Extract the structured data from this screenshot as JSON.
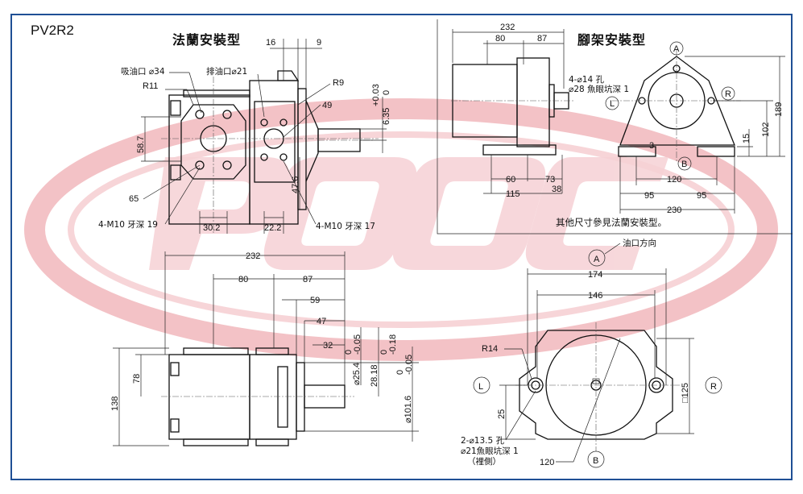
{
  "model": "PV2R2",
  "views": {
    "flange_title": "法蘭安裝型",
    "foot_title": "腳架安裝型",
    "foot_note": "其他尺寸參見法蘭安裝型。"
  },
  "flange_labels": {
    "suction_port": "吸油口 ⌀34",
    "discharge_port": "排油口⌀21",
    "r11": "R11",
    "r9": "R9",
    "tap_left": "4-M10 牙深 19",
    "tap_right": "4-M10 牙深 17",
    "d16": "16",
    "d9": "9",
    "d49": "49",
    "d58_7": "58.7",
    "d65": "65",
    "d30_2": "30.2",
    "d22_2": "22.2",
    "d47_6": "47.6",
    "d6_35": "6.35",
    "tol_plus": "+0.03",
    "tol_zero": "0"
  },
  "foot_labels": {
    "d232": "232",
    "d80": "80",
    "d87": "87",
    "hole_spec": "4-⌀14 孔",
    "counterbore": "⌀28 魚眼坑深 1",
    "d60": "60",
    "d73": "73",
    "d115": "115",
    "d38": "38",
    "d120": "120",
    "d95a": "95",
    "d95b": "95",
    "d230": "230",
    "d189": "189",
    "d102": "102",
    "d15": "15",
    "d3": "3",
    "markA": "A",
    "markB": "B",
    "markL": "L",
    "markR": "R"
  },
  "side_labels": {
    "d232": "232",
    "d80": "80",
    "d87": "87",
    "d59": "59",
    "d47": "47",
    "d32": "32",
    "d78": "78",
    "d138": "138",
    "shaft_dia": "⌀25.4",
    "shaft_tol": "0\n-0.05",
    "key_dim": "28.18",
    "key_tol": "0\n-0.18",
    "pilot_dia": "⌀101.6",
    "pilot_tol": "0\n-0.05"
  },
  "front_labels": {
    "markA": "A",
    "oil_dir": "油口方向",
    "d174": "174",
    "d146": "146",
    "r14": "R14",
    "markL": "L",
    "markR": "R",
    "markB": "B",
    "sq125": "□125",
    "d25": "25",
    "d120": "120",
    "hole2": "2-⌀13.5 孔",
    "cb21": "⌀21魚眼坑深 1",
    "inside": "（裡側）"
  },
  "colors": {
    "frame": "#1f4f95",
    "watermark": "#f3c2c6",
    "watermark_text": "#f7d9dc"
  }
}
